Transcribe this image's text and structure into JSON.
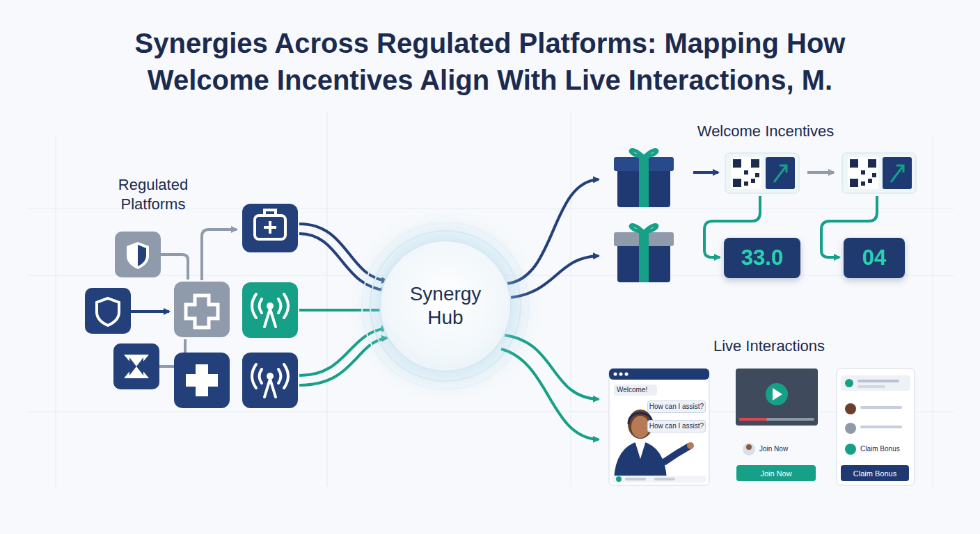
{
  "diagram": {
    "title": "Synergies Across Regulated Platforms: Mapping How Welcome Incentives Align With Live Interactions, M.",
    "nodes": [
      {
        "text": [
          "Synergy Hub"
        ]
      },
      {
        "text": [
          "33.0"
        ]
      },
      {
        "text": [
          "04"
        ]
      },
      {
        "text": [
          "Welcome!"
        ]
      },
      {
        "text": [
          "How can I assist?"
        ]
      },
      {
        "text": [
          "How can I assist?"
        ]
      },
      {
        "text": [
          "Join Now"
        ]
      },
      {
        "text": [
          "Claim Bonus"
        ]
      }
    ],
    "labels": [
      "Regulated Platforms",
      "Welcome Incentives",
      "Live Interactions",
      "Join Now",
      "Claim Bonus"
    ]
  }
}
